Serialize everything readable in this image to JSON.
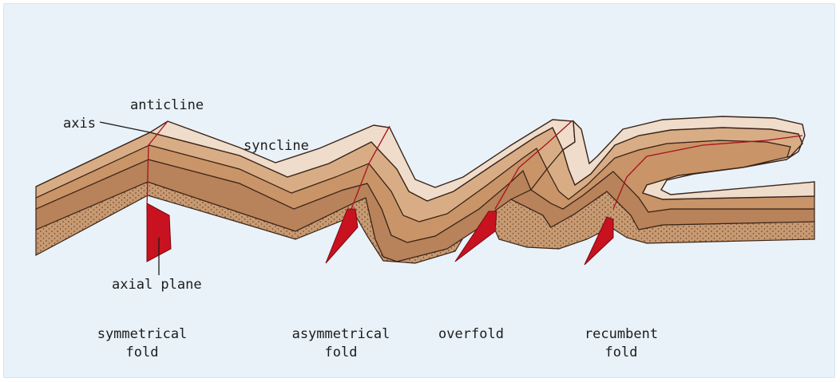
{
  "diagram": {
    "labels": {
      "axis": "axis",
      "anticline": "anticline",
      "syncline": "syncline",
      "axial_plane": "axial plane"
    },
    "captions": [
      {
        "line1": "symmetrical",
        "line2": "fold"
      },
      {
        "line1": "asymmetrical",
        "line2": "fold"
      },
      {
        "line1": "overfold",
        "line2": ""
      },
      {
        "line1": "recumbent",
        "line2": "fold"
      }
    ],
    "colors": {
      "background": "#e9f2f9",
      "layer_top": "#efdccb",
      "layer_2": "#d8ad86",
      "layer_3": "#c99468",
      "layer_4": "#b8825a",
      "layer_dotted": "#c89a72",
      "stroke": "#3a2418",
      "axial_line": "#a8121e",
      "axial_plane": "#c8121f"
    }
  }
}
